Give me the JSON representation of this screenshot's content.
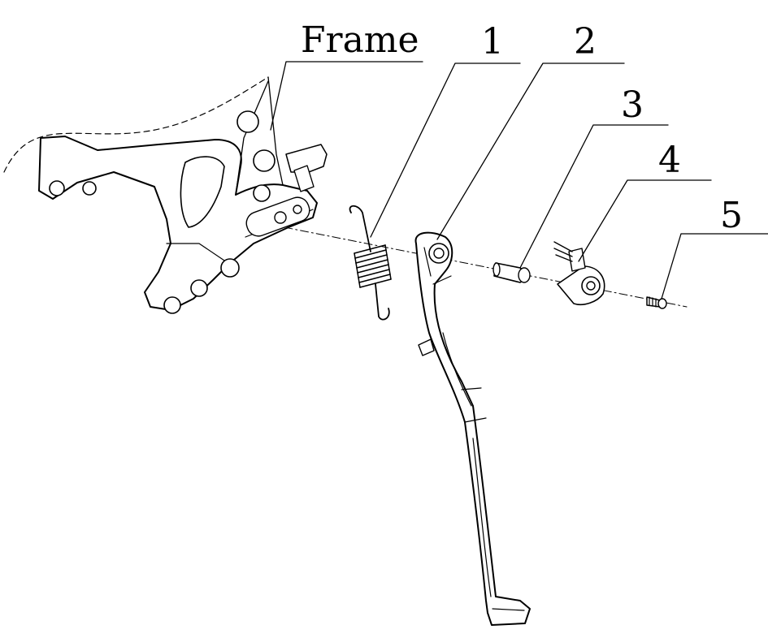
{
  "callouts": [
    {
      "id": "frame",
      "label": "Frame"
    },
    {
      "id": "p1",
      "label": "1"
    },
    {
      "id": "p2",
      "label": "2"
    },
    {
      "id": "p3",
      "label": "3"
    },
    {
      "id": "p4",
      "label": "4"
    },
    {
      "id": "p5",
      "label": "5"
    }
  ],
  "colors": {
    "line": "#000000",
    "background": "#ffffff"
  }
}
